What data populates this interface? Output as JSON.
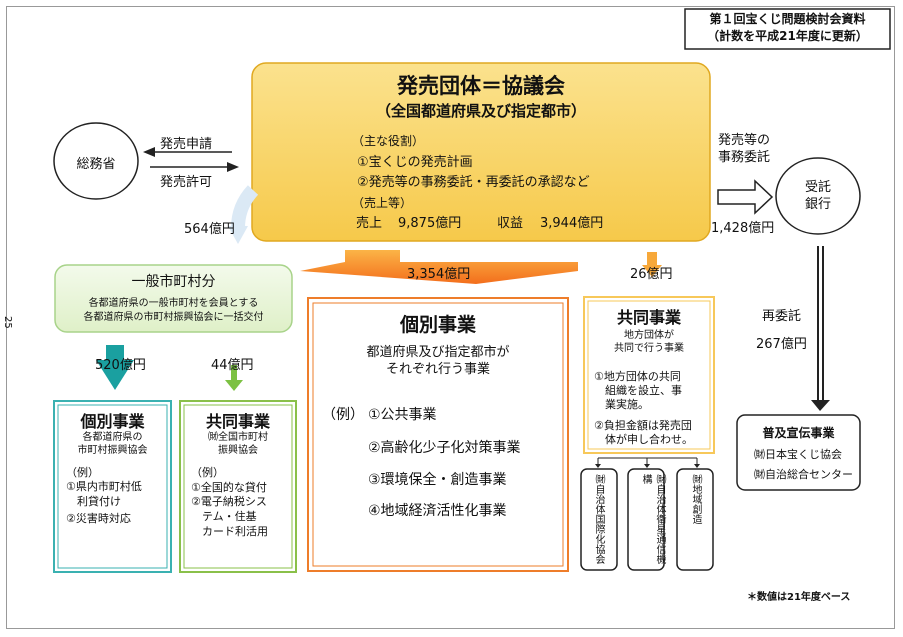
{
  "header_box": {
    "line1": "第１回宝くじ問題検討会資料",
    "line2": "（計数を平成21年度に更新）"
  },
  "page_number": "25",
  "main": {
    "title": "発売団体＝協議会",
    "subtitle": "（全国都道府県及び指定都市）",
    "role_heading": "（主な役割）",
    "role1": "①宝くじの発売計画",
    "role2": "②発売等の事務委託・再委託の承認など",
    "sales_heading": "（売上等）",
    "sales_label": "売上",
    "sales_value": "9,875億円",
    "profit_label": "収益",
    "profit_value": "3,944億円"
  },
  "ministry": {
    "name": "総務省",
    "arrow_top_label": "発売申請",
    "arrow_bottom_label": "発売許可"
  },
  "bank": {
    "name": "受託\n銀行",
    "arrow_label": "発売等の\n事務委託",
    "amount": "1,428億円",
    "re_consign_label": "再委託",
    "re_consign_amount": "267億円"
  },
  "flows": {
    "to_municipal": "564億円",
    "to_individual": "3,354億円",
    "to_joint": "26億円",
    "to_muni_individual": "520億円",
    "to_muni_joint": "44億円"
  },
  "municipal": {
    "title": "一般市町村分",
    "desc": "各都道府県の一般市町村を会員とする\n各都道府県の市町村振興協会に一括交付"
  },
  "muni_individual": {
    "title": "個別事業",
    "sub": "各都道府県の\n市町村振興協会",
    "example": "（例）",
    "item1": "①県内市町村低\n　利貸付け",
    "item2": "②災害時対応"
  },
  "muni_joint": {
    "title": "共同事業",
    "sub": "㈶全国市町村\n振興協会",
    "example": "（例）",
    "item1": "①全国的な貸付",
    "item2": "②電子納税シス\n　テム・住基\n　カード利活用"
  },
  "individual": {
    "title": "個別事業",
    "sub": "都道府県及び指定都市が\nそれぞれ行う事業",
    "example": "（例）",
    "item1": "①公共事業",
    "item2": "②高齢化少子化対策事業",
    "item3": "③環境保全・創造事業",
    "item4": "④地域経済活性化事業"
  },
  "joint": {
    "title": "共同事業",
    "sub": "地方団体が\n共同で行う事業",
    "item1": "①地方団体の共同\n　組織を設立、事\n　業実施。",
    "item2": "②負担金額は発売団\n　体が申し合わせ。"
  },
  "orgs": {
    "org1": "㈶自治体国際化協会",
    "org2": "㈶自治体衛星通信機構",
    "org3": "㈶地域創造"
  },
  "promo": {
    "title": "普及宣伝事業",
    "org1": "㈶日本宝くじ協会",
    "org2": "㈶自治総合センター"
  },
  "footnote": "＊数値は21年度ベース",
  "colors": {
    "main_fill": "#f9d56a",
    "main_border": "#e0a820",
    "orange_border": "#ee7d2a",
    "green_border": "#8ac04a",
    "teal_border": "#3ab1b1",
    "teal_arrow": "#1aa0a0",
    "green_arrow": "#7cc143"
  }
}
